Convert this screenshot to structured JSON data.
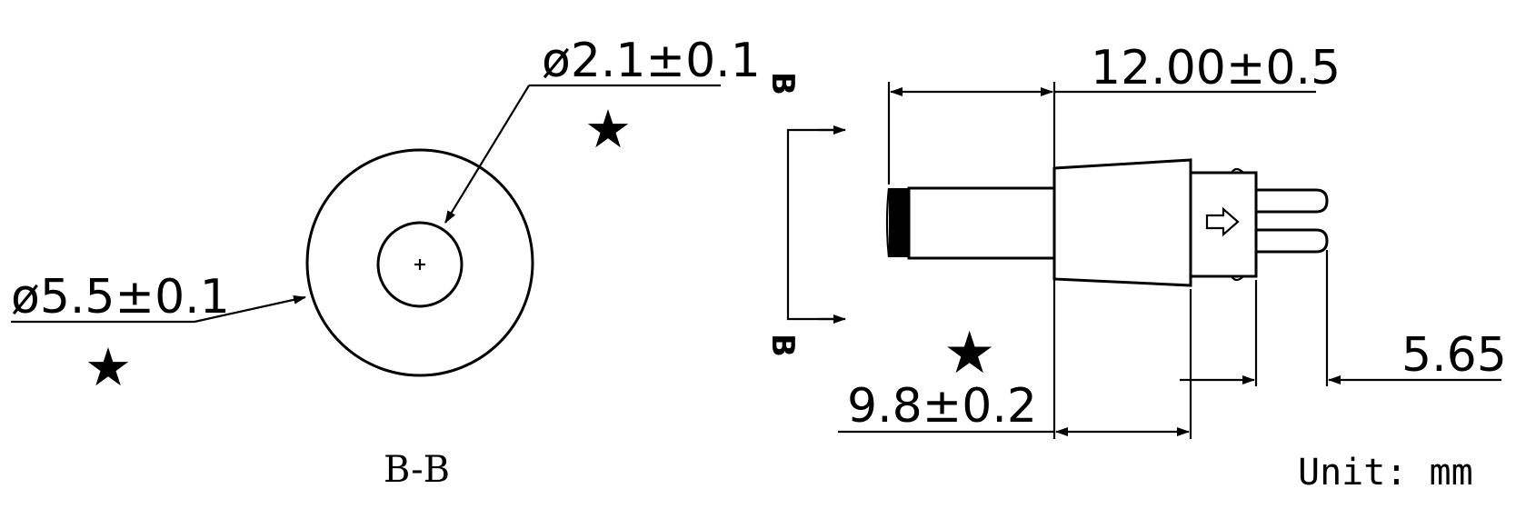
{
  "dimensions": {
    "inner_diameter": "ø2.1±0.1",
    "outer_diameter": "ø5.5±0.1",
    "overall_length": "12.00±0.5",
    "body_length": "9.8±0.2",
    "pin_offset": "5.65"
  },
  "section": {
    "view_label": "B-B",
    "cut_marker_top": "B",
    "cut_marker_bottom": "B"
  },
  "units_note": "Unit: mm",
  "symbols": {
    "critical_mark": "★",
    "direction_arrow": "⇨"
  }
}
